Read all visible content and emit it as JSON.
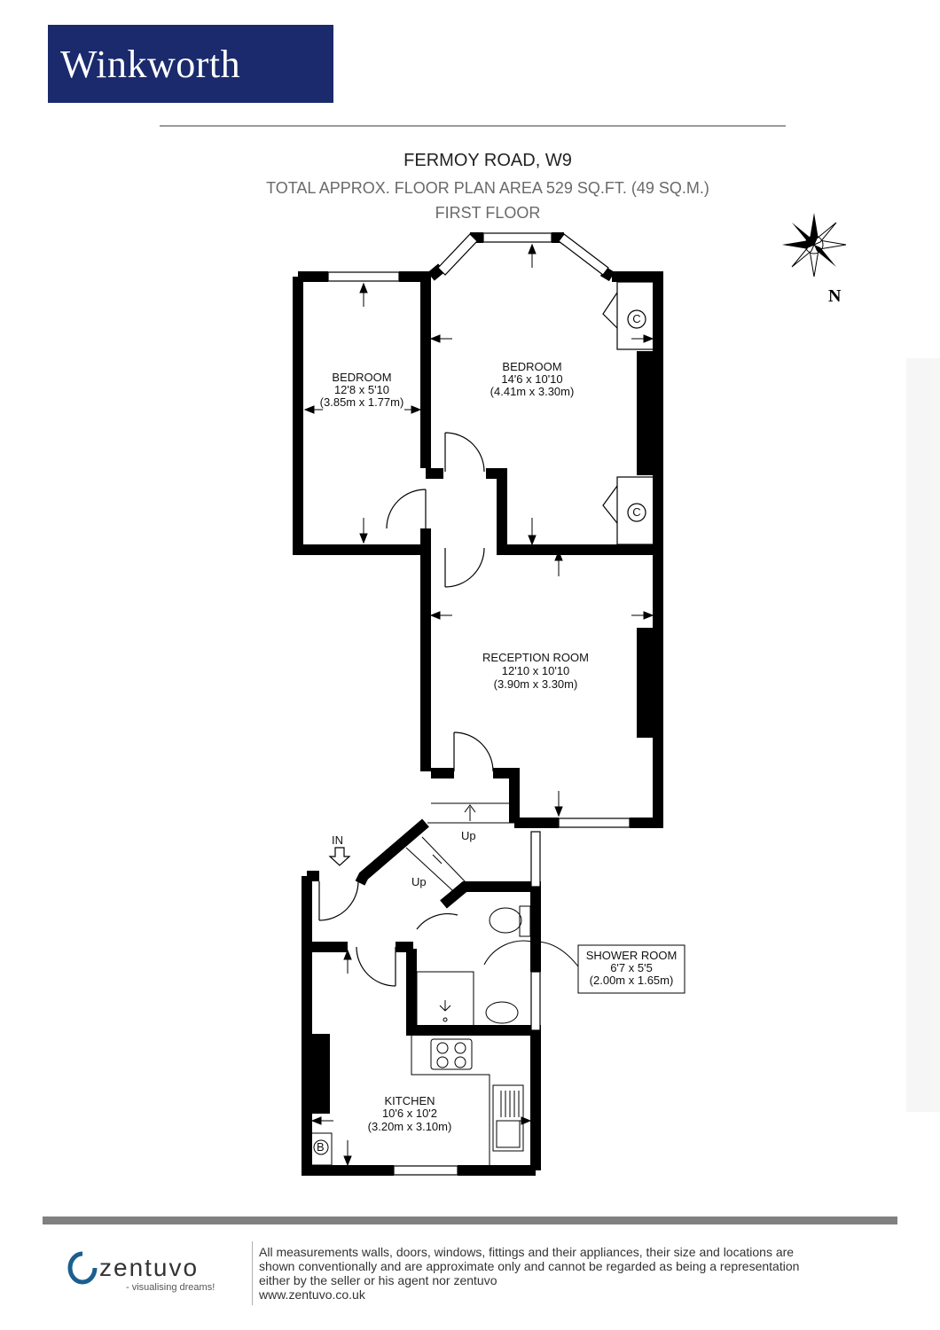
{
  "brand": {
    "name": "Winkworth",
    "color": "#1a2a6c"
  },
  "header": {
    "address": "FERMOY ROAD, W9",
    "area": "TOTAL APPROX. FLOOR PLAN AREA 529 SQ.FT. (49 SQ.M.)",
    "floor": "FIRST FLOOR"
  },
  "compass": {
    "label": "N",
    "icon": "compass-rose-icon"
  },
  "rooms": {
    "bedroom1": {
      "name": "BEDROOM",
      "imperial": "12'8 x 5'10",
      "metric": "(3.85m x 1.77m)"
    },
    "bedroom2": {
      "name": "BEDROOM",
      "imperial": "14'6 x 10'10",
      "metric": "(4.41m x 3.30m)"
    },
    "reception": {
      "name": "RECEPTION ROOM",
      "imperial": "12'10 x 10'10",
      "metric": "(3.90m x 3.30m)"
    },
    "shower": {
      "name": "SHOWER ROOM",
      "imperial": "6'7 x 5'5",
      "metric": "(2.00m x 1.65m)"
    },
    "kitchen": {
      "name": "KITCHEN",
      "imperial": "10'6 x 10'2",
      "metric": "(3.20m x 3.10m)"
    }
  },
  "markers": {
    "cupboard1": "C",
    "cupboard2": "C",
    "boiler": "B",
    "entrance": "IN",
    "stairs_up_1": "Up",
    "stairs_up_2": "Up"
  },
  "footer": {
    "brand": "zentuvo",
    "tagline": "- visualising dreams!",
    "disclaimer_lines": [
      "All measurements walls, doors, windows, fittings and their appliances, their size and locations are",
      "shown conventionally and are approximate only and cannot be regarded as being a representation",
      "either by the seller or his agent nor zentuvo",
      "www.zentuvo.co.uk"
    ]
  }
}
